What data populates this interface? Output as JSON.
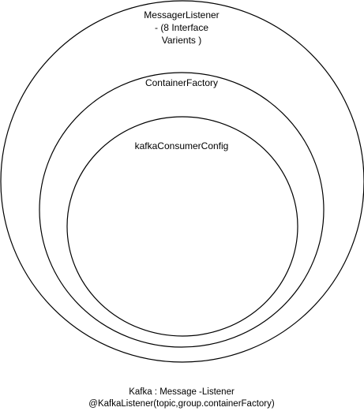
{
  "diagram": {
    "outer_circle": {
      "label_lines": [
        "MessagerListener",
        "- (8 Interface",
        "Varients )"
      ]
    },
    "middle_circle": {
      "label": "ContainerFactory"
    },
    "inner_circle": {
      "label": "kafkaConsumerConfig"
    },
    "caption": {
      "line1": "Kafka : Message -Listener",
      "line2": "@KafkaListener(topic,group.containerFactory)"
    }
  }
}
